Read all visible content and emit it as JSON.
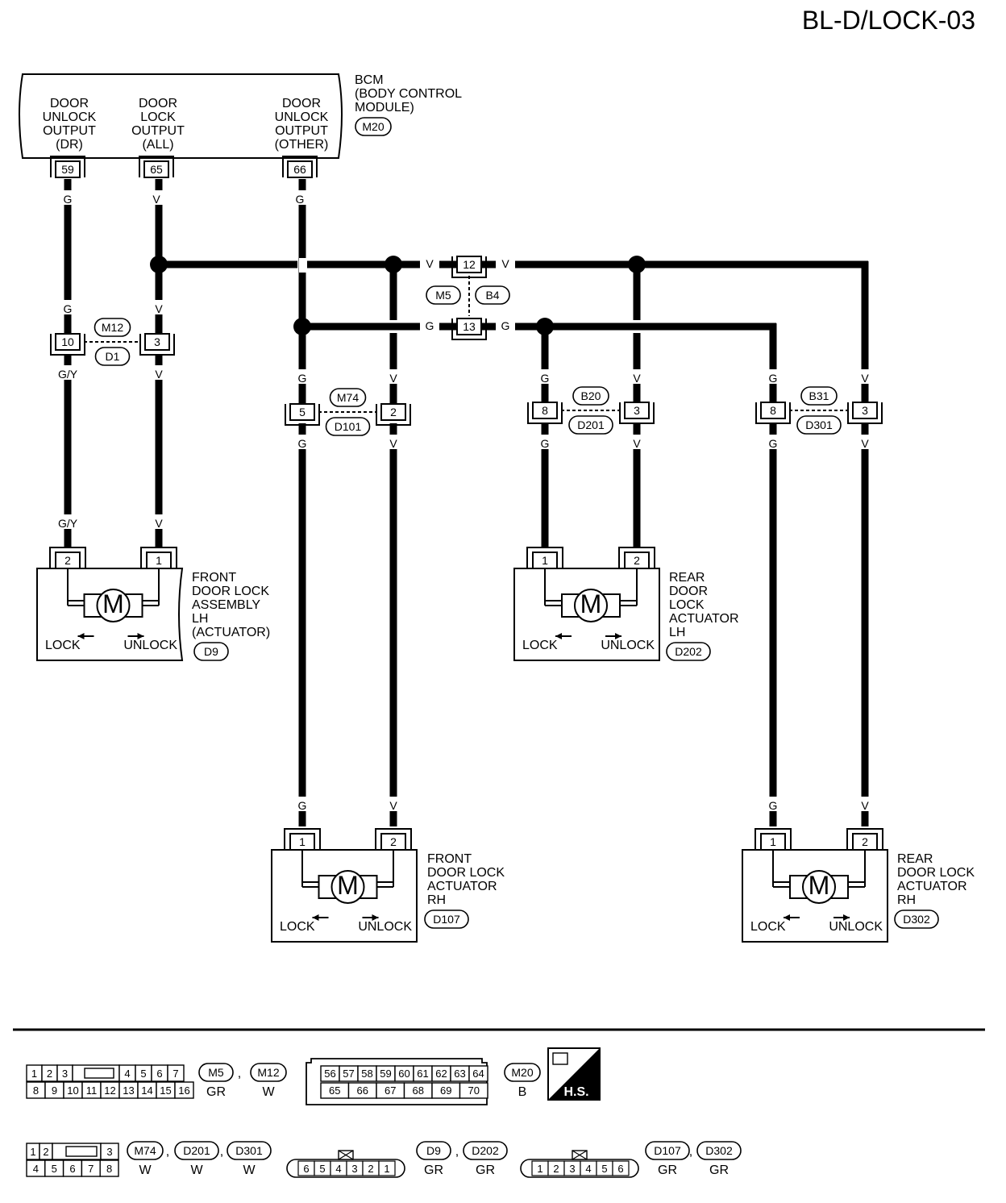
{
  "page_title": "BL-D/LOCK-03",
  "bcm": {
    "name_lines": [
      "BCM",
      "(BODY CONTROL",
      "MODULE)"
    ],
    "connector": "M20",
    "outputs": [
      {
        "lines": [
          "DOOR",
          "UNLOCK",
          "OUTPUT",
          "(DR)"
        ],
        "pin": "59",
        "wire": "G"
      },
      {
        "lines": [
          "DOOR",
          "LOCK",
          "OUTPUT",
          "(ALL)"
        ],
        "pin": "65",
        "wire": "V"
      },
      {
        "lines": [
          "DOOR",
          "UNLOCK",
          "OUTPUT",
          "(OTHER)"
        ],
        "pin": "66",
        "wire": "G"
      }
    ]
  },
  "junctions": {
    "m5_b4": {
      "top": "M5",
      "bottom": "B4",
      "pins": [
        "12",
        "13"
      ],
      "wires": [
        "V",
        "G"
      ]
    },
    "m12_d1": {
      "top": "M12",
      "bottom": "D1",
      "pins": [
        "10",
        "3"
      ]
    },
    "m74_d101": {
      "top": "M74",
      "bottom": "D101",
      "pins": [
        "5",
        "2"
      ]
    },
    "b20_d201": {
      "top": "B20",
      "bottom": "D201",
      "pins": [
        "8",
        "3"
      ]
    },
    "b31_d301": {
      "top": "B31",
      "bottom": "D301",
      "pins": [
        "8",
        "3"
      ]
    }
  },
  "wire_colors": {
    "g": "G",
    "v": "V",
    "gy": "G/Y"
  },
  "actuators": [
    {
      "id": "fl",
      "name_lines": [
        "FRONT",
        "DOOR LOCK",
        "ASSEMBLY",
        "LH",
        "(ACTUATOR)"
      ],
      "connector": "D9",
      "pins": [
        "2",
        "1"
      ],
      "lock": "LOCK",
      "unlock": "UNLOCK",
      "motor": "M"
    },
    {
      "id": "rl",
      "name_lines": [
        "REAR",
        "DOOR",
        "LOCK",
        "ACTUATOR",
        "LH"
      ],
      "connector": "D202",
      "pins": [
        "1",
        "2"
      ],
      "lock": "LOCK",
      "unlock": "UNLOCK",
      "motor": "M"
    },
    {
      "id": "fr",
      "name_lines": [
        "FRONT",
        "DOOR LOCK",
        "ACTUATOR",
        "RH"
      ],
      "connector": "D107",
      "pins": [
        "1",
        "2"
      ],
      "lock": "LOCK",
      "unlock": "UNLOCK",
      "motor": "M"
    },
    {
      "id": "rr",
      "name_lines": [
        "REAR",
        "DOOR LOCK",
        "ACTUATOR",
        "RH"
      ],
      "connector": "D302",
      "pins": [
        "1",
        "2"
      ],
      "lock": "LOCK",
      "unlock": "UNLOCK",
      "motor": "M"
    }
  ],
  "connector_views": {
    "c16": {
      "top": [
        "1",
        "2",
        "3",
        "4",
        "5",
        "6",
        "7"
      ],
      "bottom": [
        "8",
        "9",
        "10",
        "11",
        "12",
        "13",
        "14",
        "15",
        "16"
      ],
      "refs": [
        "M5",
        "M12"
      ],
      "colors": [
        "GR",
        "W"
      ]
    },
    "c20": {
      "top": [
        "56",
        "57",
        "58",
        "59",
        "60",
        "61",
        "62",
        "63",
        "64"
      ],
      "bottom": [
        "65",
        "66",
        "67",
        "68",
        "69",
        "70"
      ],
      "refs": [
        "M20"
      ],
      "colors": [
        "B"
      ]
    },
    "hs": "H.S.",
    "c8": {
      "top": [
        "1",
        "2",
        "3"
      ],
      "bottom": [
        "4",
        "5",
        "6",
        "7",
        "8"
      ],
      "refs": [
        "M74",
        "D201",
        "D301"
      ],
      "colors": [
        "W",
        "W",
        "W"
      ]
    },
    "c6a": {
      "pins": [
        "6",
        "5",
        "4",
        "3",
        "2",
        "1"
      ],
      "refs": [
        "D9",
        "D202"
      ],
      "colors": [
        "GR",
        "GR"
      ]
    },
    "c6b": {
      "pins": [
        "1",
        "2",
        "3",
        "4",
        "5",
        "6"
      ],
      "refs": [
        "D107",
        "D302"
      ],
      "colors": [
        "GR",
        "GR"
      ]
    }
  }
}
